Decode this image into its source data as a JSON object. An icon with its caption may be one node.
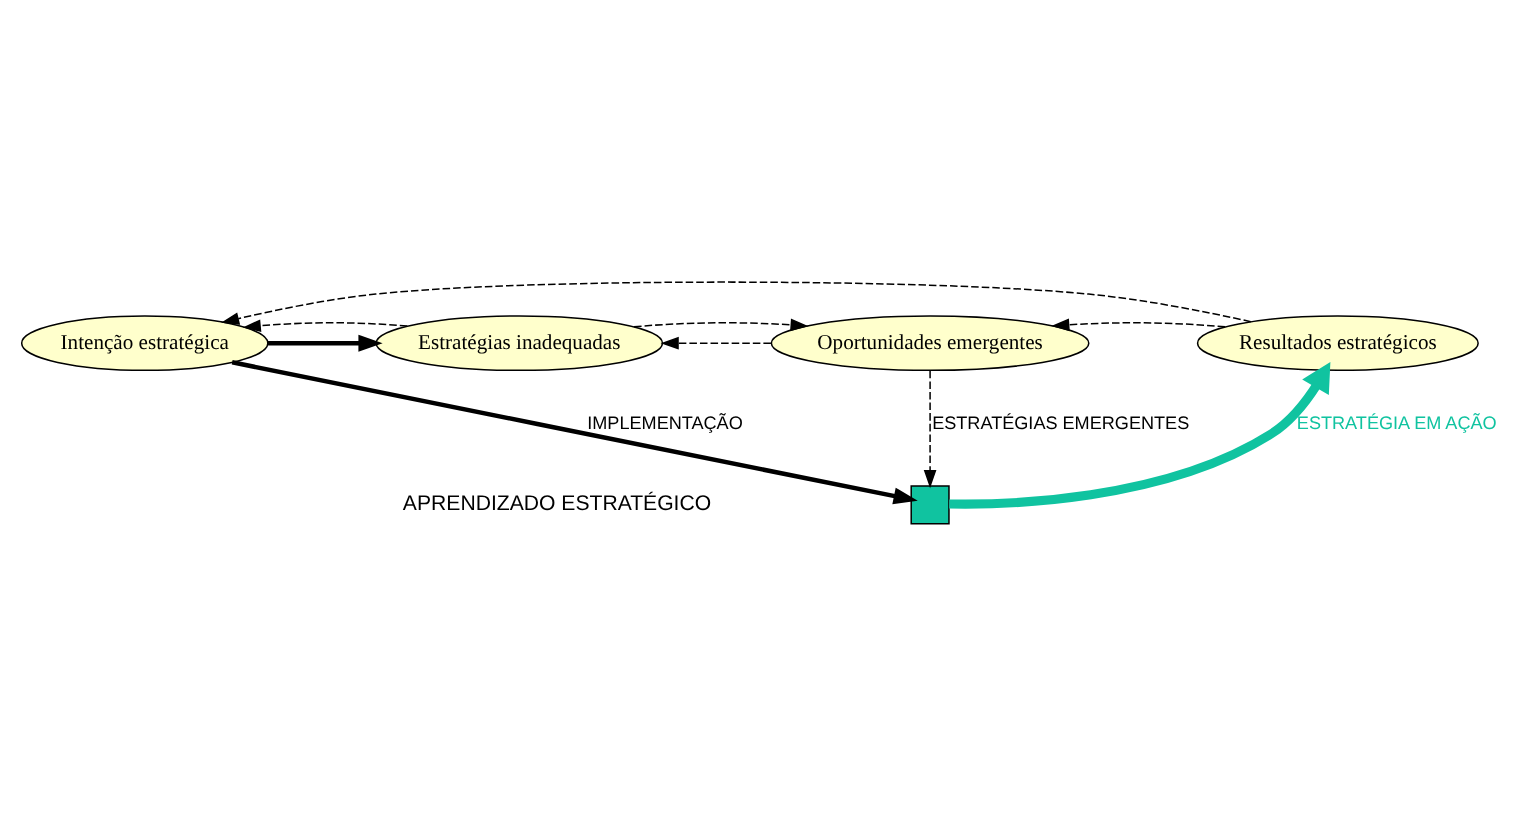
{
  "diagram": {
    "nodes": [
      {
        "text": [
          "Intenção estratégica"
        ]
      },
      {
        "text": [
          "Estratégias inadequadas"
        ]
      },
      {
        "text": [
          "Oportunidades emergentes"
        ]
      },
      {
        "text": [
          "Resultados estratégicos"
        ]
      },
      {
        "text": [],
        "shape": "cross"
      }
    ],
    "edges": [
      {
        "from": 0,
        "to": 4,
        "arrow": "to",
        "label": "IMPLEMENTAÇÃO",
        "style": "thick"
      },
      {
        "from": 0,
        "to": 1,
        "arrow": "to",
        "style": "thick"
      },
      {
        "from": 2,
        "to": 1,
        "arrow": "to",
        "style": "dashed"
      },
      {
        "from": 2,
        "to": 4,
        "arrow": "to",
        "style": "dashed",
        "label": "ESTRATÉGIAS EMERGENTES"
      },
      {
        "from": 4,
        "to": 3,
        "arrow": "to",
        "style": "thick",
        "color": "#10c3a0",
        "label": "ESTRATÉGIA EM AÇÃO"
      },
      {
        "from": 1,
        "to": 0,
        "arrow": "to",
        "style": "dashed"
      },
      {
        "from": 1,
        "to": 2,
        "arrow": "to",
        "style": "dashed"
      },
      {
        "from": 3,
        "to": 0,
        "arrow": "to",
        "style": "dashed"
      },
      {
        "from": 3,
        "to": 2,
        "arrow": "to",
        "style": "dashed"
      }
    ],
    "labels": [
      "APRENDIZADO ESTRATÉGICO"
    ]
  }
}
